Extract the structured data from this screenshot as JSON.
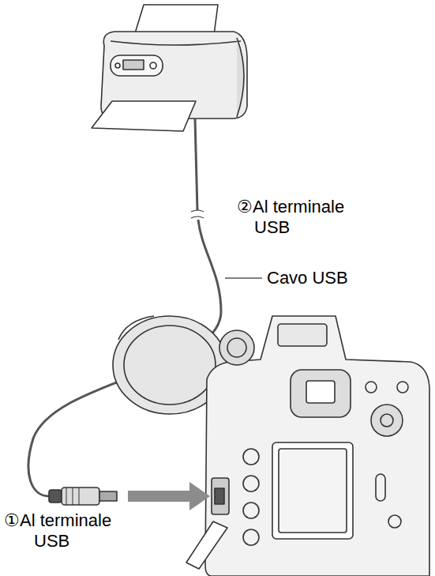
{
  "diagram": {
    "labels": [
      "②Al terminale USB",
      "Cavo USB",
      "①Al terminale USB"
    ]
  }
}
